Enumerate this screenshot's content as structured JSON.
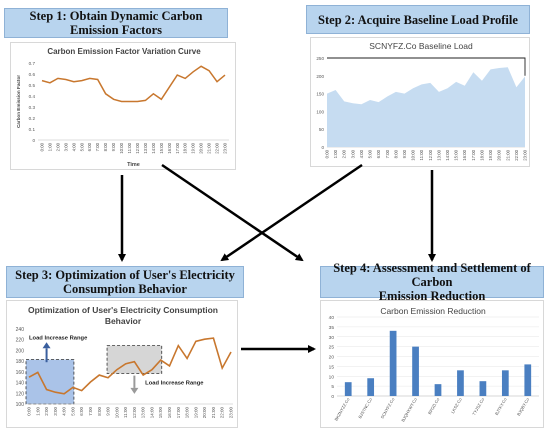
{
  "steps": {
    "step1": "Step 1: Obtain Dynamic Carbon Emission Factors",
    "step2": "Step 2: Acquire Baseline Load Profile",
    "step3_line1": "Step 3: Optimization of User's Electricity",
    "step3_line2": "Consumption Behavior",
    "step4_line1": "Step 4: Assessment and Settlement of Carbon",
    "step4_line2": "Emission Reduction"
  },
  "annotations": {
    "load_increase_left": "Load Increase Range",
    "load_increase_right": "Load Increase Range"
  },
  "colors": {
    "step_header": "#b8d4ee",
    "orange_line": "#c8772e",
    "area_fill": "#c6dcf1",
    "bar_fill": "#4a7fc1",
    "blue_region": "#aac3e8",
    "gray_region": "#d6d6d6"
  },
  "chart_data": [
    {
      "type": "line",
      "title": "Carbon Emission Factor Variation Curve",
      "xlabel": "Time",
      "ylabel": "Carbon Emission Factor",
      "x": [
        "0:00",
        "1:00",
        "2:00",
        "3:00",
        "4:00",
        "5:00",
        "6:00",
        "7:00",
        "8:00",
        "9:00",
        "10:00",
        "11:00",
        "12:00",
        "13:00",
        "14:00",
        "15:00",
        "16:00",
        "17:00",
        "18:00",
        "19:00",
        "20:00",
        "21:00",
        "22:00",
        "23:00"
      ],
      "values": [
        0.54,
        0.52,
        0.56,
        0.55,
        0.53,
        0.54,
        0.56,
        0.55,
        0.42,
        0.37,
        0.35,
        0.35,
        0.35,
        0.36,
        0.42,
        0.37,
        0.48,
        0.59,
        0.56,
        0.62,
        0.67,
        0.63,
        0.53,
        0.59
      ],
      "yticks": [
        "0",
        "0.1",
        "0.2",
        "0.3",
        "0.4",
        "0.5",
        "0.6",
        "0.7"
      ],
      "ylim": [
        0,
        0.7
      ]
    },
    {
      "type": "area",
      "title": "SCNYFZ.Co Baseline Load",
      "x": [
        "0:00",
        "1:00",
        "2:00",
        "3:00",
        "4:00",
        "5:00",
        "6:00",
        "7:00",
        "8:00",
        "9:00",
        "10:00",
        "11:00",
        "12:00",
        "13:00",
        "14:00",
        "15:00",
        "16:00",
        "17:00",
        "18:00",
        "19:00",
        "20:00",
        "21:00",
        "22:00",
        "23:00"
      ],
      "values": [
        150,
        160,
        128,
        123,
        120,
        132,
        126,
        142,
        155,
        150,
        165,
        176,
        180,
        155,
        165,
        183,
        172,
        210,
        186,
        218,
        222,
        224,
        168,
        198
      ],
      "yticks": [
        "0",
        "50",
        "100",
        "150",
        "200",
        "250"
      ],
      "ylim": [
        0,
        250
      ]
    },
    {
      "type": "line",
      "title": "Optimization of User's Electricity Consumption Behavior",
      "x": [
        "0:00",
        "1:00",
        "2:00",
        "3:00",
        "4:00",
        "5:00",
        "6:00",
        "7:00",
        "8:00",
        "9:00",
        "10:00",
        "11:00",
        "12:00",
        "13:00",
        "14:00",
        "15:00",
        "16:00",
        "17:00",
        "18:00",
        "19:00",
        "20:00",
        "21:00",
        "22:00",
        "23:00"
      ],
      "values": [
        150,
        159,
        127,
        122,
        119,
        131,
        125,
        141,
        154,
        149,
        164,
        175,
        179,
        154,
        164,
        182,
        171,
        209,
        185,
        217,
        221,
        223,
        167,
        197
      ],
      "yticks": [
        "100",
        "120",
        "140",
        "160",
        "180",
        "200",
        "220",
        "240"
      ],
      "ylim": [
        100,
        240
      ]
    },
    {
      "type": "bar",
      "title": "Carbon Emission Reduction",
      "categories": [
        "BKZNYZZ.Co",
        "BJSTNC.Co",
        "SCNYFZ.Co",
        "BJQHXWY.Co",
        "BFGD.Co",
        "LKSZ.Co",
        "TYJSZ.Co",
        "BJTKY.Co",
        "BJQBY.Co"
      ],
      "values": [
        7,
        9,
        33,
        25,
        6,
        13,
        7.5,
        13,
        16
      ],
      "yticks": [
        "0",
        "5",
        "10",
        "15",
        "20",
        "25",
        "30",
        "35",
        "40"
      ],
      "ylim": [
        0,
        40
      ]
    }
  ]
}
